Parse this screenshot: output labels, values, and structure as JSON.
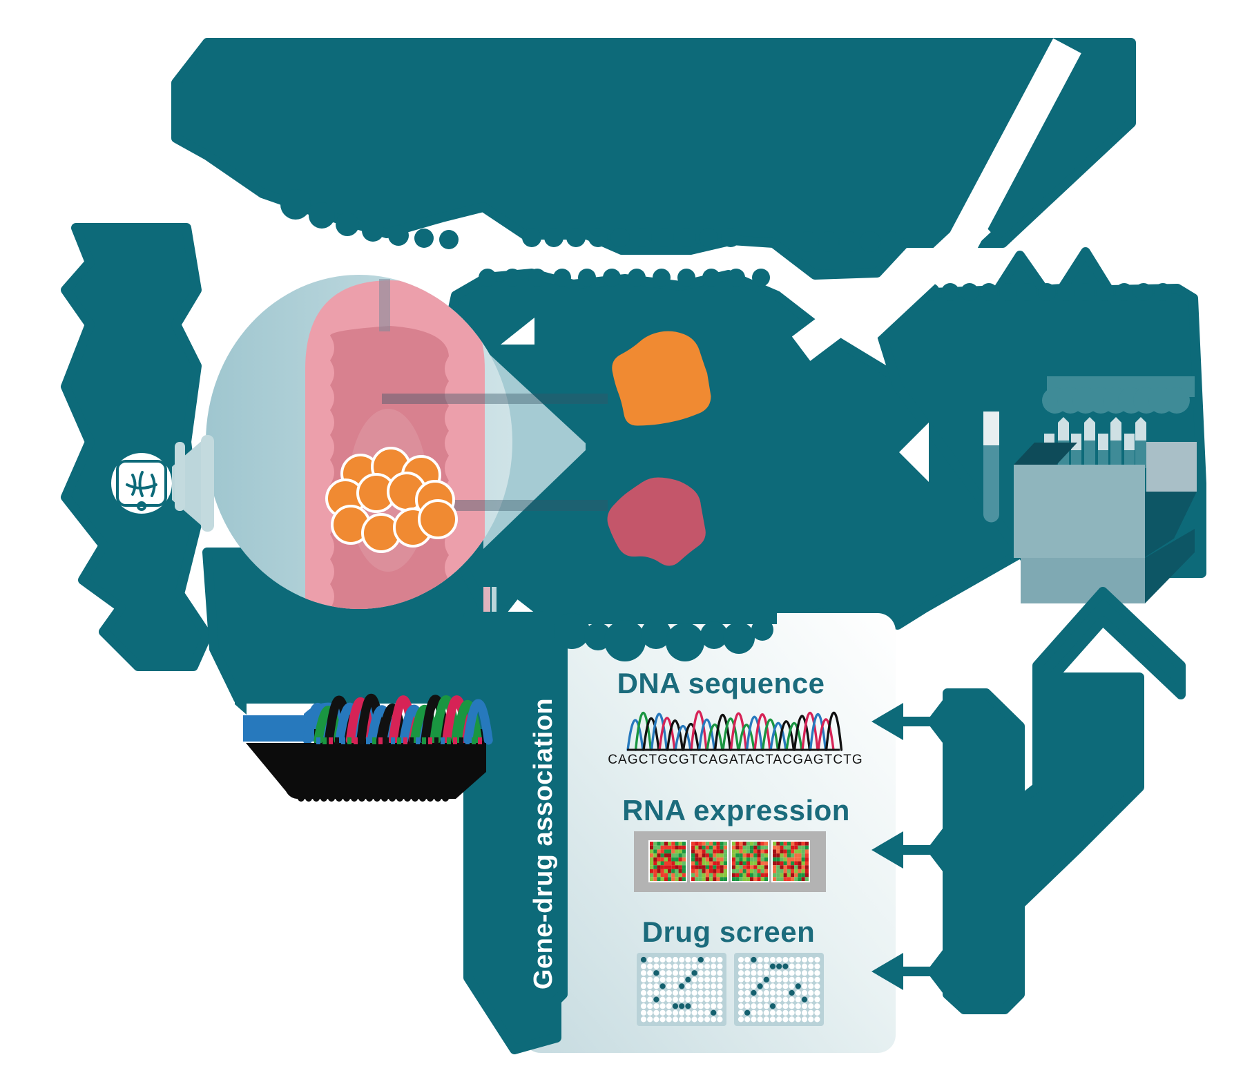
{
  "figure": {
    "kind": "biomedical-workflow-diagram",
    "description": "Patient-derived tumor organoid biobank workflow with gene-drug association readouts"
  },
  "colors": {
    "teal": "#0d6a79",
    "teal_mid": "#3f8b97",
    "teal_heading": "#1b6b7c",
    "light_blue": "#aecfd6",
    "pale_blue": "#cfe2e6",
    "panel_shade": "#c6dbe0",
    "orange": "#f08a32",
    "crimson": "#c4566a",
    "pink_outer": "#ec9fab",
    "pink_inner": "#d8818f",
    "gray_strip": "#b3b3b3",
    "plate_fill": "#b9d2d8",
    "well_dark": "#15606e",
    "tube_body": "#4d92a0",
    "tube_cap": "#e8eff1",
    "box_front": "#8fb5bd",
    "box_dark": "#0d5665",
    "white": "#ffffff"
  },
  "side_label": {
    "text": "Gene-drug association"
  },
  "panel": {
    "sections": [
      {
        "id": "dna",
        "heading": "DNA sequence"
      },
      {
        "id": "rna",
        "heading": "RNA expression"
      },
      {
        "id": "drug",
        "heading": "Drug screen"
      }
    ],
    "sequence_read": "CAGCTGCGTCAGATACTACGAGTCTG"
  },
  "chromatogram": {
    "base_colors": {
      "A": "#1a9641",
      "C": "#2779bd",
      "G": "#111111",
      "T": "#d62356"
    }
  },
  "heatmap": {
    "tiles": 4,
    "palette": [
      "#d7191c",
      "#a50f15",
      "#ef3b2c",
      "#f46d43",
      "#1a9641",
      "#66bd63",
      "#8bc53f"
    ]
  },
  "drug_screen": {
    "plates": [
      {
        "cols": 13,
        "rows": 10,
        "dark_wells": [
          [
            0,
            0
          ],
          [
            9,
            0
          ],
          [
            2,
            2
          ],
          [
            8,
            2
          ],
          [
            7,
            3
          ],
          [
            3,
            4
          ],
          [
            6,
            4
          ],
          [
            2,
            6
          ],
          [
            5,
            7
          ],
          [
            6,
            7
          ],
          [
            7,
            7
          ],
          [
            11,
            8
          ]
        ]
      },
      {
        "cols": 13,
        "rows": 10,
        "dark_wells": [
          [
            2,
            0
          ],
          [
            5,
            1
          ],
          [
            6,
            1
          ],
          [
            7,
            1
          ],
          [
            4,
            3
          ],
          [
            3,
            4
          ],
          [
            9,
            4
          ],
          [
            2,
            5
          ],
          [
            8,
            5
          ],
          [
            10,
            6
          ],
          [
            5,
            7
          ],
          [
            1,
            8
          ]
        ]
      }
    ]
  },
  "icons": [
    "intestine-icon",
    "tumor-cells-icon",
    "normal-organoid-icon",
    "tumor-organoid-icon",
    "test-tube-icon",
    "biobank-rack-icon",
    "arrow-left-icon"
  ]
}
